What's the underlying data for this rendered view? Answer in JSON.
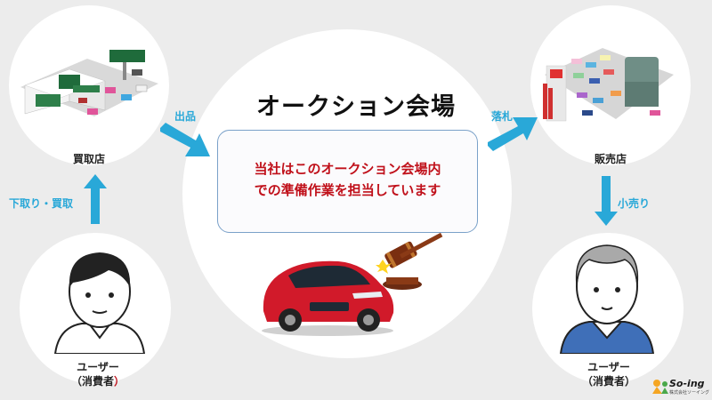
{
  "center": {
    "title": "オークション会場",
    "note_line1": "当社はこのオークション会場内",
    "note_line2": "での準備作業を担当しています"
  },
  "nodes": {
    "buy_shop": "買取店",
    "sales_shop": "販売店",
    "user_left_line1": "ユーザー",
    "user_left_line2": "（消費者",
    "user_left_paren": "）",
    "user_right_line1": "ユーザー",
    "user_right_line2": "（消費者）"
  },
  "flows": {
    "trade_in": "下取り・買取",
    "listing": "出品",
    "winning_bid": "落札",
    "retail": "小売り"
  },
  "logo": {
    "name": "So-ing",
    "subtext": "株式会社ソーイング"
  },
  "colors": {
    "background": "#ececec",
    "arrow": "#29a8d8",
    "note_text": "#c0101a",
    "note_border": "#7aa1c9"
  }
}
